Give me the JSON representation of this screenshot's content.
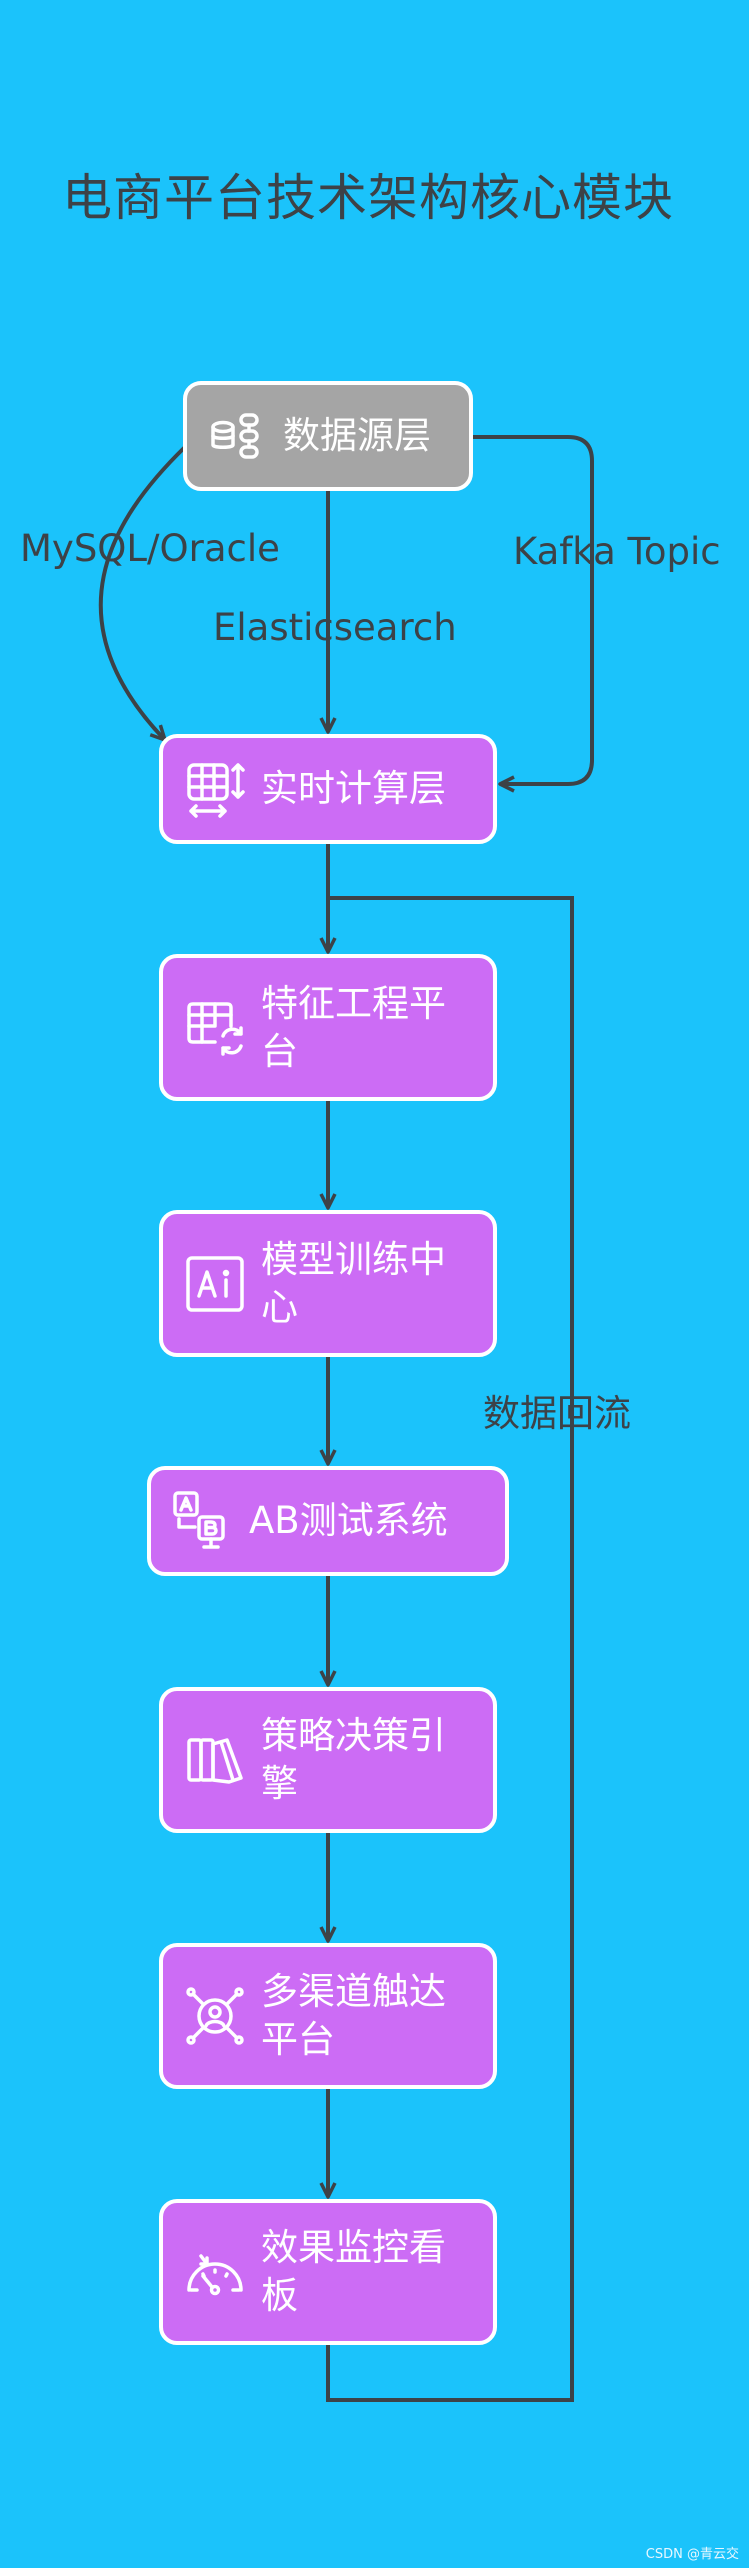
{
  "title": "电商平台技术架构核心模块",
  "nodes": {
    "data_source": {
      "label": "数据源层",
      "icon": "database-icon"
    },
    "realtime": {
      "label": "实时计算层",
      "icon": "table-resize-icon"
    },
    "feature": {
      "label": "特征工程平台",
      "icon": "table-refresh-icon"
    },
    "model": {
      "label": "模型训练中心",
      "icon": "ai-icon"
    },
    "ab": {
      "label": "AB测试系统",
      "icon": "ab-test-icon"
    },
    "strategy": {
      "label": "策略决策引擎",
      "icon": "library-books-icon"
    },
    "reach": {
      "label": "多渠道触达平台",
      "icon": "user-network-icon"
    },
    "monitor": {
      "label": "效果监控看板",
      "icon": "gauge-icon"
    }
  },
  "edge_labels": {
    "mysql": "MySQL/Oracle",
    "elastic": "Elasticsearch",
    "kafka": "Kafka Topic",
    "feedback": "数据回流"
  },
  "watermark": "CSDN @青云交",
  "colors": {
    "background": "#1bc3fb",
    "node_fill": "#cc6cf5",
    "source_fill": "#a5a5a5",
    "node_border": "#ffffff",
    "edge": "#3d4247"
  }
}
